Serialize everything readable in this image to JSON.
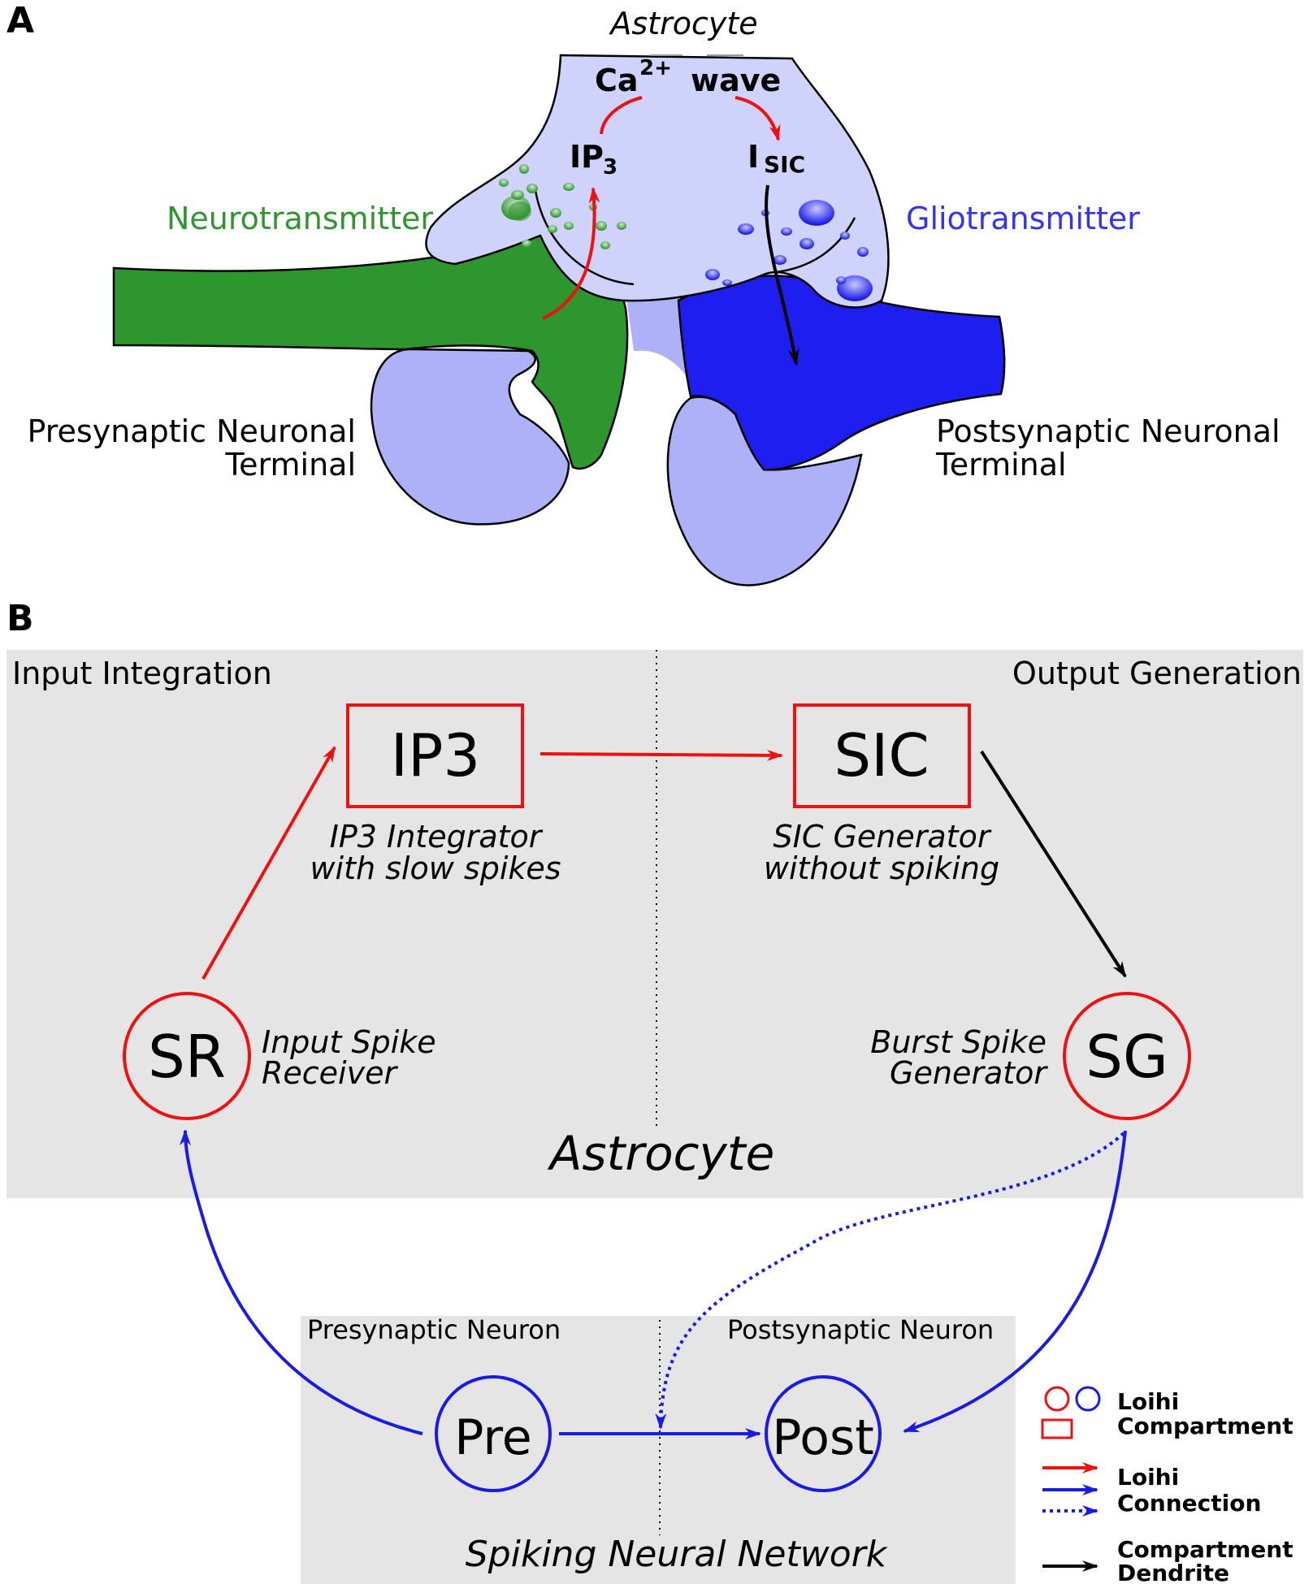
{
  "panel_a": {
    "label": "A",
    "astrocyte_label": "Astrocyte",
    "ca_text": "Ca",
    "ca_sup": "2+",
    "wave_text": "wave",
    "ip3_text": "IP",
    "ip3_sub": "3",
    "isic_text": "I",
    "isic_sub": "SIC",
    "neurotransmitter": "Neurotransmitter",
    "gliotransmitter": "Gliotransmitter",
    "pre_line1": "Presynaptic Neuronal",
    "pre_line2": "Terminal",
    "post_line1": "Postsynaptic Neuronal",
    "post_line2": "Terminal"
  },
  "panel_b": {
    "label": "B",
    "input_integration": "Input Integration",
    "output_generation": "Output Generation",
    "ip3_box": "IP3",
    "ip3_desc1": "IP3 Integrator",
    "ip3_desc2": "with slow spikes",
    "sic_box": "SIC",
    "sic_desc1": "SIC Generator",
    "sic_desc2": "without spiking",
    "sr": "SR",
    "sr_desc1": "Input Spike",
    "sr_desc2": "Receiver",
    "sg": "SG",
    "sg_desc1": "Burst Spike",
    "sg_desc2": "Generator",
    "astrocyte": "Astrocyte",
    "presynaptic_neuron": "Presynaptic Neuron",
    "postsynaptic_neuron": "Postsynaptic Neuron",
    "pre": "Pre",
    "post": "Post",
    "snn": "Spiking Neural Network"
  },
  "legend": {
    "compartment1": "Loihi",
    "compartment2": "Compartment",
    "connection1": "Loihi",
    "connection2": "Connection",
    "dendrite1": "Compartment",
    "dendrite2": "Dendrite"
  },
  "colors": {
    "red": "#ee1111",
    "blue": "#1a1ae6",
    "green": "#2e962e",
    "astro_fill": "#cfd2fb",
    "terminal_fill": "#aeb1f8",
    "panel_gray": "#e5e5e5"
  }
}
